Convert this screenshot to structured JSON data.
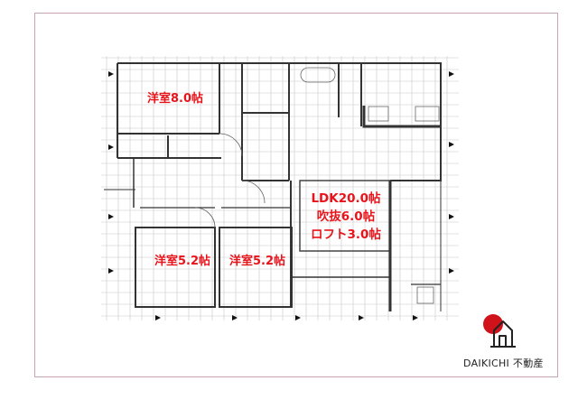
{
  "floor_plan": {
    "rooms": [
      {
        "id": "western-room-1",
        "label": "洋室8.0帖"
      },
      {
        "id": "western-room-2",
        "label": "洋室5.2帖"
      },
      {
        "id": "western-room-3",
        "label": "洋室5.2帖"
      }
    ],
    "ldk": {
      "line1": "LDK20.0帖",
      "line2": "吹抜6.0帖",
      "line3": "ロフト3.0帖"
    },
    "highlight_color": "#e8141b"
  },
  "brand": {
    "name": "DAIKICHI 不動産",
    "logo_circle_color": "#d0121b"
  }
}
